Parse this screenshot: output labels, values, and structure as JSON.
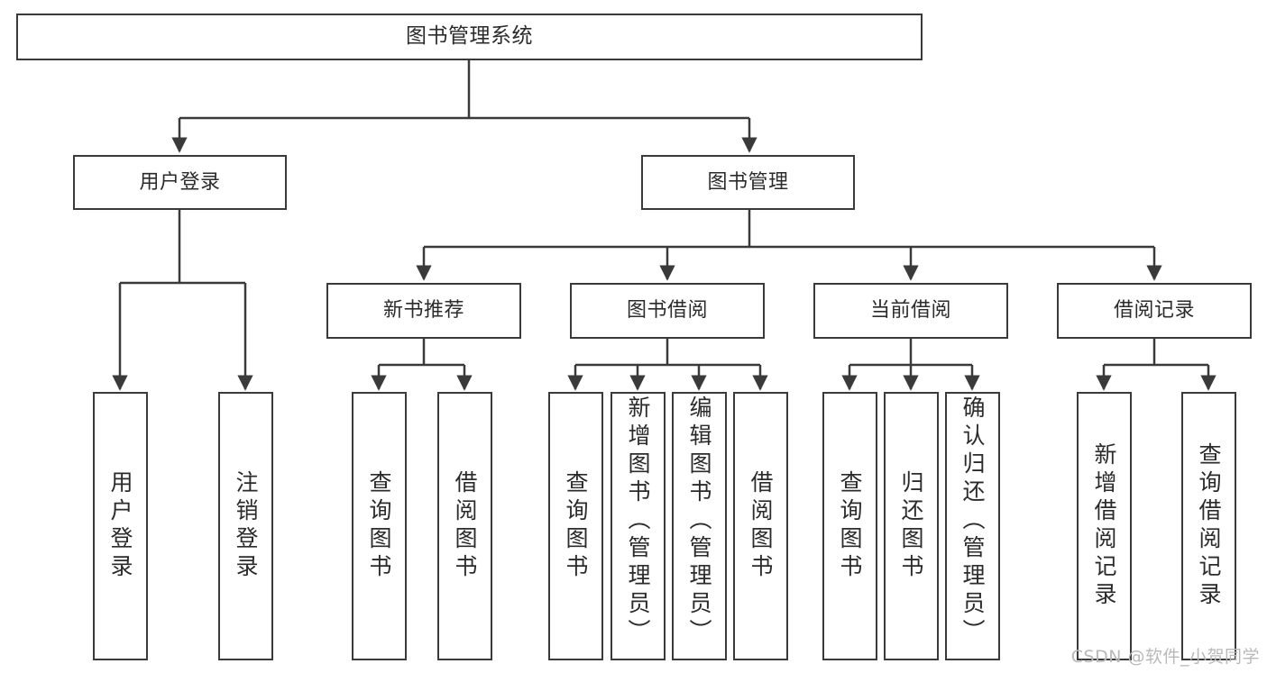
{
  "diagram": {
    "type": "tree",
    "title": "图书管理系统",
    "watermark": "CSDN @软件_小贺同学",
    "stroke_color": "#3a3a3a",
    "text_color": "#2b2b2b",
    "background_color": "#ffffff",
    "nodes": {
      "root": {
        "label": "图书管理系统"
      },
      "level2": [
        {
          "label": "用户登录"
        },
        {
          "label": "图书管理"
        }
      ],
      "level3": [
        {
          "label": "新书推荐"
        },
        {
          "label": "图书借阅"
        },
        {
          "label": "当前借阅"
        },
        {
          "label": "借阅记录"
        }
      ],
      "leaves": {
        "user_login": [
          {
            "label": "用户登录"
          },
          {
            "label": "注销登录"
          }
        ],
        "new_book_recommend": [
          {
            "label": "查询图书"
          },
          {
            "label": "借阅图书"
          }
        ],
        "book_borrow": [
          {
            "label": "查询图书"
          },
          {
            "label": "新增图书（管理员）"
          },
          {
            "label": "编辑图书（管理员）"
          },
          {
            "label": "借阅图书"
          }
        ],
        "current_borrow": [
          {
            "label": "查询图书"
          },
          {
            "label": "归还图书"
          },
          {
            "label": "确认归还（管理员）"
          }
        ],
        "borrow_record": [
          {
            "label": "新增借阅记录"
          },
          {
            "label": "查询借阅记录"
          }
        ]
      }
    }
  }
}
